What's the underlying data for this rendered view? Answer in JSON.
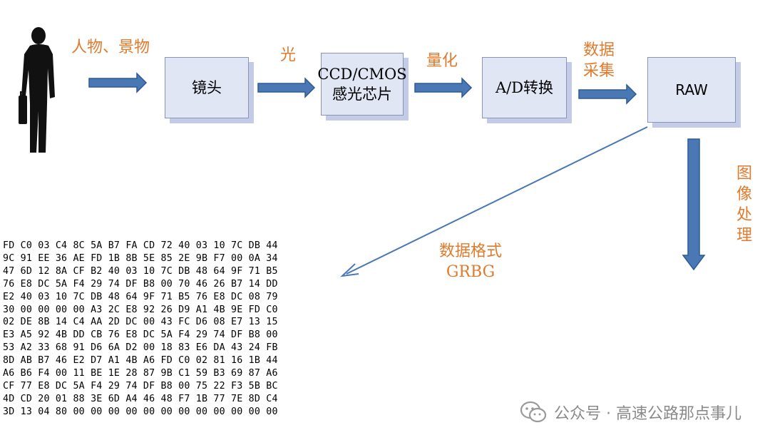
{
  "labels": {
    "input": "人物、景物",
    "light": "光",
    "quantize": "量化",
    "collect": "数据\n采集",
    "isp": "图\n像\n处\n理",
    "format": "数据格式\nGRBG"
  },
  "boxes": {
    "lens": "镜头",
    "sensor": "CCD/CMOS\n感光芯片",
    "adc": "A/D转换",
    "raw": "RAW"
  },
  "hex_rows": [
    "FD C0 03 C4 8C 5A B7 FA CD 72 40 03 10 7C DB 44",
    "9C 91 EE 36 AE FD 1B 8B 5E 85 2E 9B F7 00 0A 34",
    "47 6D 12 8A CF B2 40 03 10 7C DB 48 64 9F 71 B5",
    "76 E8 DC 5A F4 29 74 DF B8 00 70 46 26 B7 14 DD",
    "E2 40 03 10 7C DB 48 64 9F 71 B5 76 E8 DC 08 79",
    "30 00 00 00 00 A3 2C E8 92 26 D9 A1 4B 9E FD C0",
    "02 DE 8B 14 C4 AA 2D DC 00 43 FC D6 08 E7 13 15",
    "E3 A5 92 4B DD CB 76 E8 DC 5A F4 29 74 DF B8 00",
    "53 A2 33 68 91 D6 6A D2 00 18 83 E6 DA 43 24 FB",
    "8D AB B7 46 E2 D7 A1 4B A6 FD C0 02 81 16 1B 44",
    "A6 B6 F4 00 11 BE 1E 28 87 9B C1 59 B3 69 87 A6",
    "CF 77 E8 DC 5A F4 29 74 DF B8 00 75 22 F3 5B BC",
    "4D CD 20 01 88 3E 6D A4 46 48 F7 1B 77 7E 8D C4",
    "3D 13 04 80 00 00 00 00 00 00 00 00 00 00 00 00"
  ],
  "watermark": {
    "text": "公众号 · 高速公路那点事儿",
    "icon": "wechat-icon"
  },
  "colors": {
    "arrow": "#4a78b5",
    "label": "#e07a2c",
    "box_fill": "#e1e6f5",
    "box_shadow": "#c3cbe6"
  }
}
